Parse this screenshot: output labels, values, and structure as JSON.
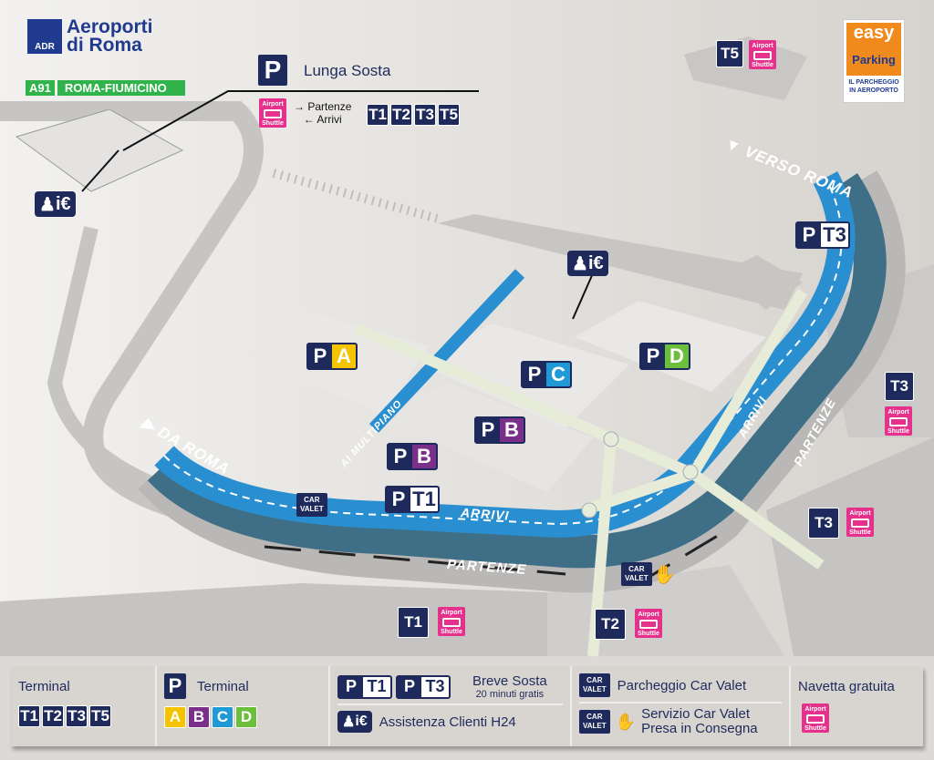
{
  "logo": {
    "brand_line1": "Aeroporti",
    "brand_line2": "di Roma",
    "mark": "ADR"
  },
  "highway": {
    "code": "A91",
    "name": "ROMA-FIUMICINO"
  },
  "long_stay": {
    "p": "P",
    "label": "Lunga Sosta",
    "shuttle_top": "Airport",
    "shuttle_bottom": "Shuttle",
    "departures": "Partenze",
    "arrivals": "Arrivi",
    "terminals": [
      "T1",
      "T2",
      "T3",
      "T5"
    ]
  },
  "easy_parking": {
    "easy": "easy",
    "parking": "Parking",
    "tagline1": "IL PARCHEGGIO",
    "tagline2": "IN AEROPORTO"
  },
  "colors": {
    "navy": "#1f2a5c",
    "pA": "#f5c400",
    "pB": "#7a2f8a",
    "pC": "#1f9ad6",
    "pD": "#6bbf3a",
    "shuttle": "#e5318b",
    "road": "#2a8fd0"
  },
  "parkings": {
    "p": "P",
    "A": "A",
    "B": "B",
    "C": "C",
    "D": "D",
    "T1": "T1",
    "T3": "T3"
  },
  "terminals": {
    "T1": "T1",
    "T2": "T2",
    "T3": "T3",
    "T5": "T5"
  },
  "roads": {
    "da_roma": "DA ROMA",
    "verso_roma": "VERSO ROMA",
    "multipiano": "AI MULTIPIANO",
    "arrivi": "ARRIVI",
    "partenze": "PARTENZE"
  },
  "car_valet": {
    "line1": "CAR",
    "line2": "VALET"
  },
  "info": {
    "icon": "i€"
  },
  "legend": {
    "terminal_title": "Terminal",
    "terminals": [
      "T1",
      "T2",
      "T3",
      "T5"
    ],
    "parking_title": "Terminal",
    "parking_letters": [
      "A",
      "B",
      "C",
      "D"
    ],
    "short_stay": "Breve Sosta",
    "short_stay_sub": "20 minuti gratis",
    "assistance": "Assistenza Clienti H24",
    "valet_parking": "Parcheggio Car Valet",
    "valet_service1": "Servizio Car Valet",
    "valet_service2": "Presa in Consegna",
    "shuttle_title": "Navetta gratuita"
  }
}
